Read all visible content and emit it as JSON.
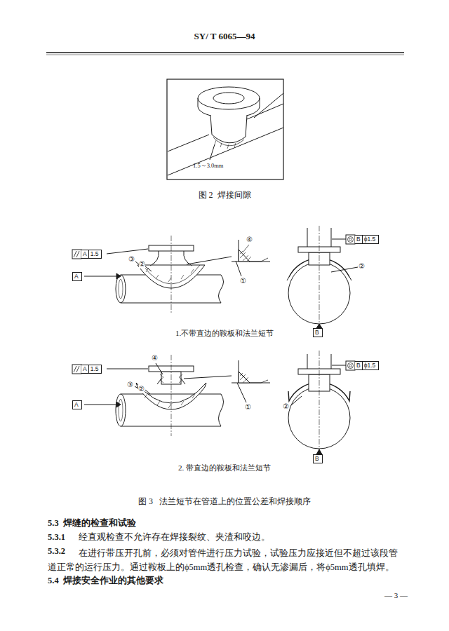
{
  "diagram": {
    "nodes": [
      {
        "text": [
          "A",
          "1.5"
        ]
      },
      {
        "text": [
          "A"
        ]
      },
      {
        "text": [
          "B",
          "ϕ1.5"
        ]
      },
      {
        "text": [
          "B"
        ]
      },
      {
        "text": [
          "A",
          "1.5"
        ]
      },
      {
        "text": [
          "A"
        ]
      },
      {
        "text": [
          "B",
          "ϕ1.5"
        ]
      },
      {
        "text": [
          "B"
        ]
      }
    ],
    "labels": [
      "SY/ T 6065—94",
      "1.5～3.0mm",
      "图 2  焊接间隙",
      "④",
      "③",
      "②",
      "①",
      "②",
      "1.不带直边的鞍板和法兰短节",
      "④",
      "③",
      "②",
      "①",
      "②",
      "2. 带直边的鞍板和法兰短节",
      "图 3   法兰短节在管道上的位置公差和焊接顺序",
      "5.3  焊缝的检查和试验",
      "5.3.1",
      "经直观检查不允许存在焊接裂纹、夹渣和咬边。",
      "5.3.2",
      "在进行带压开孔前，必须对管件进行压力试验，试验压力应接近但不超过该段管道正常的运行压力。通过鞍板上的ϕ5mm透孔检查，确认无渗漏后，将ϕ5mm透孔填焊。",
      "5.4  焊接安全作业的其他要求",
      "— 3 —"
    ]
  }
}
